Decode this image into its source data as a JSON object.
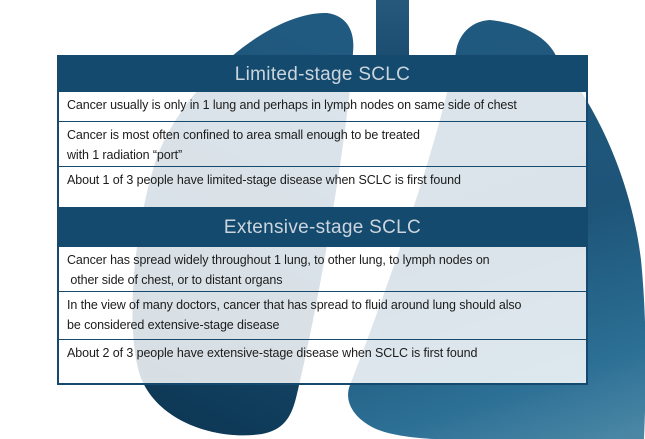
{
  "illustration": {
    "name": "lungs-silhouette",
    "parts": [
      "trachea",
      "left-lung",
      "right-lung"
    ],
    "colors": {
      "lung_base": "#1d5478",
      "lung_top": "#215a80",
      "lung_dark_bottom": "#0d3855",
      "lung_light_bottom_right": "#4b87a5",
      "trachea": "#1d5478"
    }
  },
  "table": {
    "border_color": "#15496d",
    "header_bg": "#134a6e",
    "header_text_color": "#ccd5dd",
    "row_bg": "rgba(255,255,255,0.84)",
    "row_text_color": "#1c1c1c"
  },
  "sections": [
    {
      "header": "Limited-stage SCLC",
      "rows": [
        {
          "lines": [
            "Cancer usually is only in 1 lung and perhaps in lymph nodes on same side of chest"
          ]
        },
        {
          "lines": [
            "Cancer is most often confined to area small enough to be treated",
            "with 1 radiation “port”"
          ]
        },
        {
          "lines": [
            "About 1 of 3 people have limited-stage disease when SCLC is first found"
          ]
        }
      ]
    },
    {
      "header": "Extensive-stage SCLC",
      "rows": [
        {
          "lines": [
            "Cancer has spread widely throughout 1 lung, to other lung, to lymph nodes on",
            " other side of chest, or to distant organs"
          ]
        },
        {
          "lines": [
            "In the view of many doctors, cancer that has spread to fluid around lung should also",
            "be considered extensive-stage disease"
          ]
        },
        {
          "lines": [
            "About 2 of 3 people have extensive-stage disease when SCLC is first found"
          ]
        }
      ]
    }
  ]
}
